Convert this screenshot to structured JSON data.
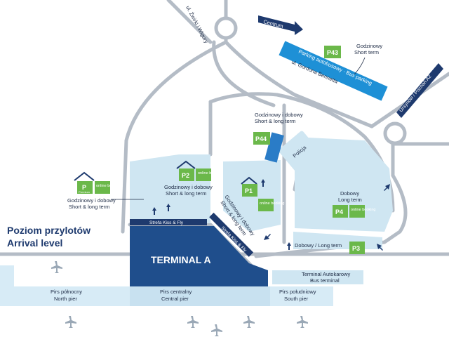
{
  "map": {
    "title_pl": "Poziom przylotów",
    "title_en": "Arrival level",
    "terminal": "TERMINAL A",
    "streets": {
      "zwirki": "ul. Żwirki i Wigury",
      "gordona": "ul. Gordona Bennetta",
      "centrum": "Centrum",
      "ursynow": "Ursynów / Poznań A2"
    },
    "bus_parking": "Parking autobusowy · Bus parking",
    "kiss_fly_1": "Strefa Kiss & Fly",
    "kiss_fly_2": "Strefa Kiss & Fly",
    "policja": "Policja",
    "bus_terminal_pl": "Terminal Autokarowy",
    "bus_terminal_en": "Bus terminal",
    "piers": {
      "north_pl": "Pirs północny",
      "north_en": "North pier",
      "central_pl": "Pirs centralny",
      "central_en": "Central pier",
      "south_pl": "Pirs południowy",
      "south_en": "South pier"
    },
    "parkings": {
      "p43": {
        "code": "P43",
        "desc_pl": "Godzinowy",
        "desc_en": "Short term"
      },
      "p44": {
        "code": "P44",
        "desc_pl": "Godzinowy i dobowy",
        "desc_en": "Short & long term"
      },
      "p2": {
        "code": "P2",
        "badge": "online booking",
        "desc_pl": "Godzinowy i dobowy",
        "desc_en": "Short & long term"
      },
      "premium": {
        "code": "P",
        "sub": "Premium",
        "badge": "online booking",
        "desc_pl": "Godzinowy i dobowy",
        "desc_en": "Short & long term"
      },
      "p1": {
        "code": "P1",
        "badge": "online booking",
        "desc_pl": "Godzinowy i dobowy",
        "desc_en": "Short & long term"
      },
      "p4": {
        "code": "P4",
        "badge": "online booking",
        "desc_pl": "Dobowy",
        "desc_en": "Long term"
      },
      "p3": {
        "code": "P3",
        "desc": "Dobowy / Long term"
      }
    },
    "colors": {
      "terminal": "#1f4e8c",
      "road": "#b4bcc6",
      "zone": "#cfe6f2",
      "parking_green": "#6bb84a",
      "navy": "#1e3a6e",
      "bus_blue": "#1e90d6",
      "pier": "#d7ebf6"
    }
  }
}
